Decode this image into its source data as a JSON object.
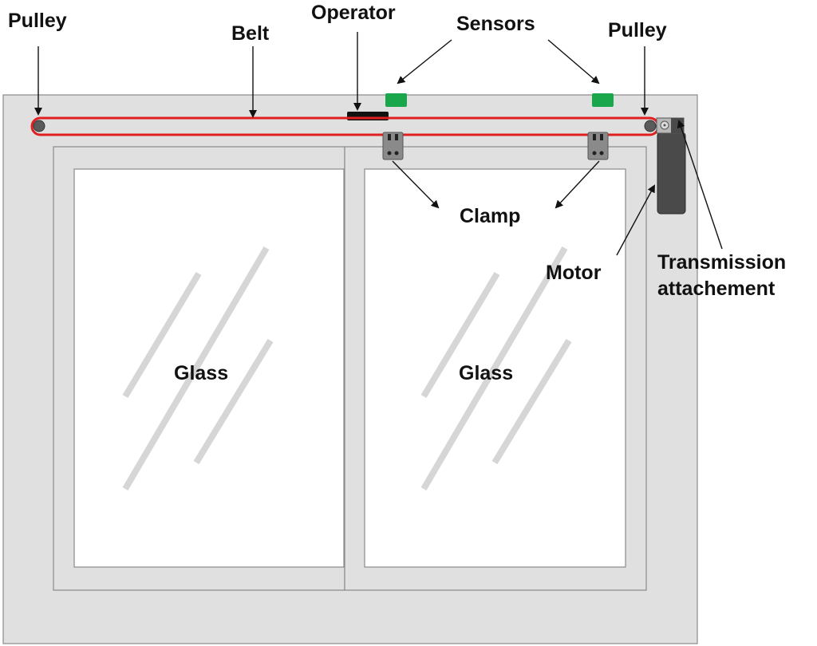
{
  "labels": {
    "pulley_left": "Pulley",
    "belt": "Belt",
    "operator": "Operator",
    "sensors": "Sensors",
    "pulley_right": "Pulley",
    "clamp": "Clamp",
    "motor": "Motor",
    "transmission_line1": "Transmission",
    "transmission_line2": "attachement",
    "glass_left": "Glass",
    "glass_right": "Glass"
  },
  "colors": {
    "frame": "#e0e0e0",
    "pane": "#ffffff",
    "outline": "#7a7a7a",
    "belt": "#e02020",
    "sensor": "#1aa64a",
    "operator": "#111111",
    "pulley": "#5a5a5a",
    "clamp": "#8a8a8a",
    "motor": "#4a4a4a",
    "glint": "#d4d4d4",
    "arrow": "#111111"
  }
}
